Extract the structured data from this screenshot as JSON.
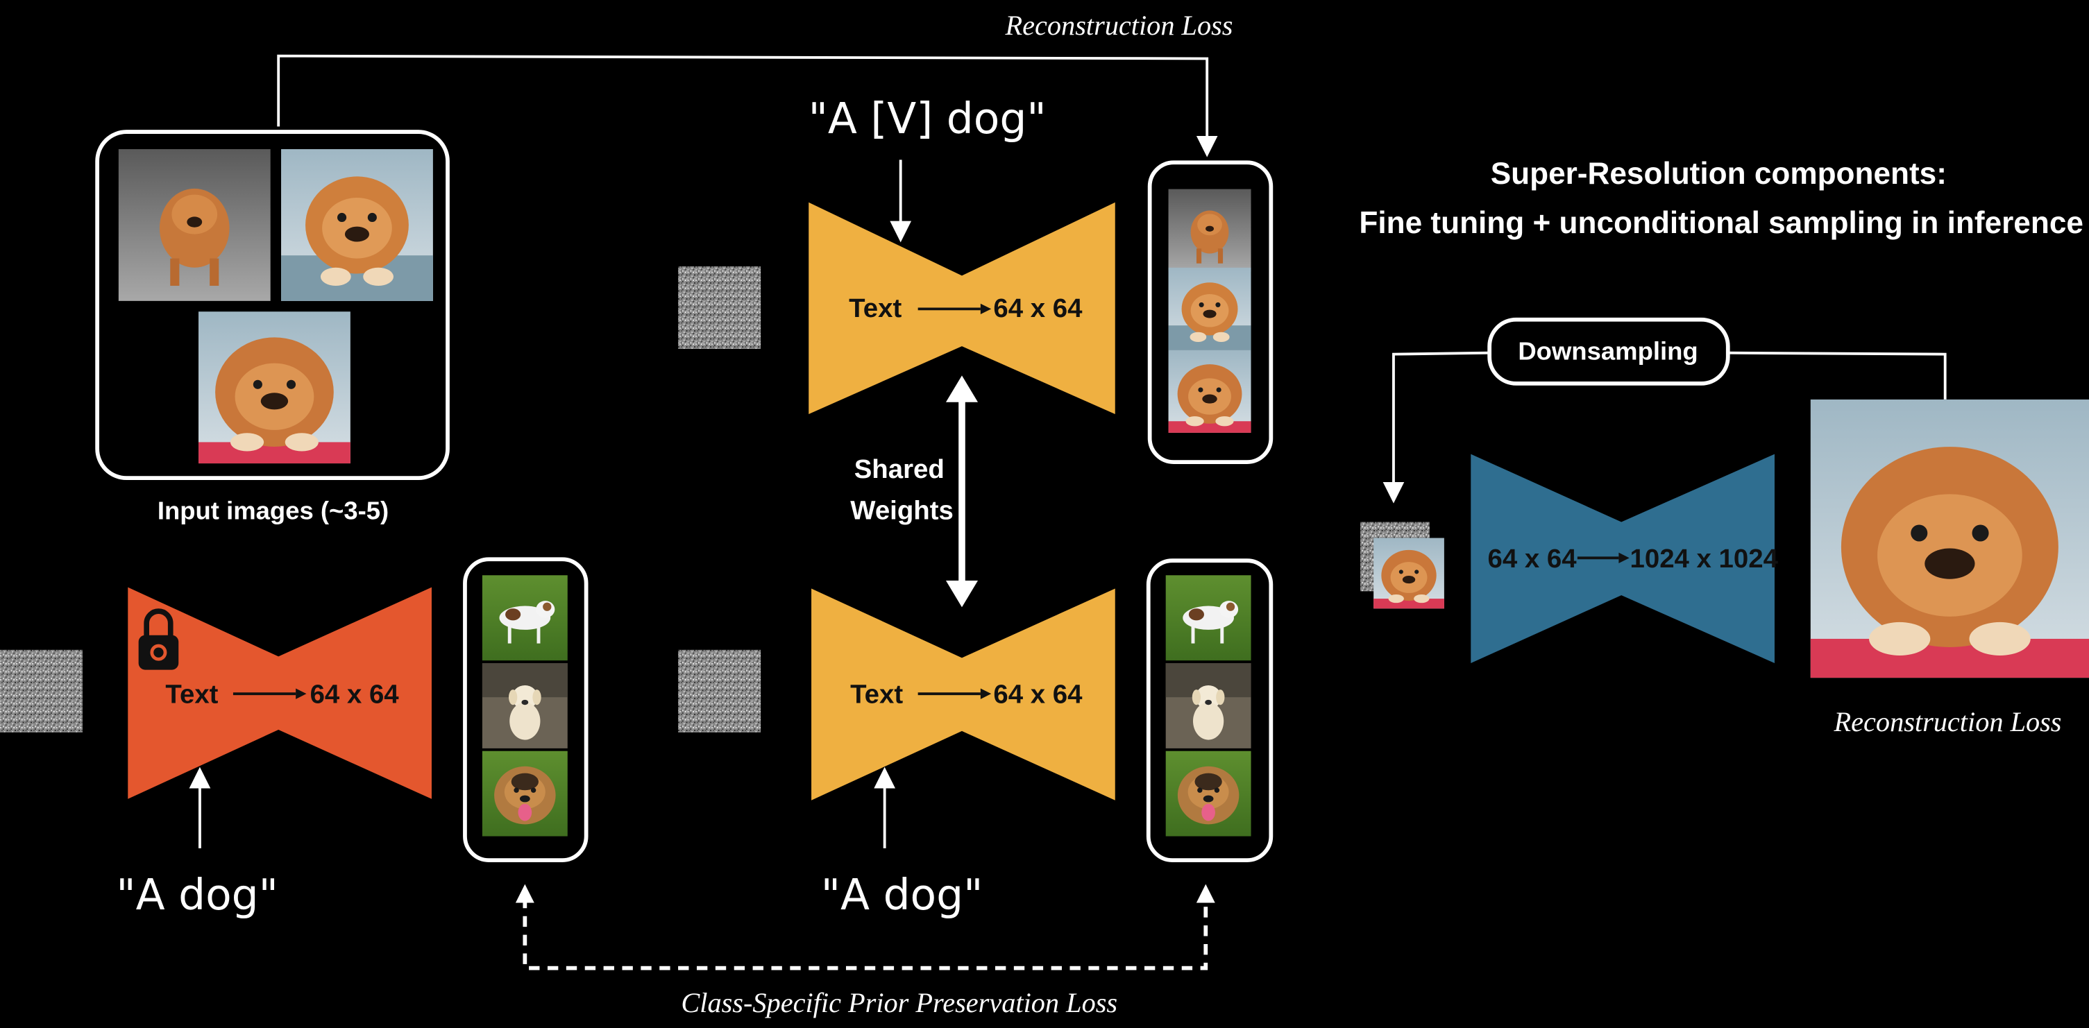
{
  "colors": {
    "background": "#000000",
    "frozen_model": "#E4572E",
    "finetune_model": "#EFB041",
    "superres_model": "#2F6E90",
    "text_white": "#ffffff"
  },
  "labels": {
    "reconstruction_loss_top": "Reconstruction Loss",
    "reconstruction_loss_right": "Reconstruction Loss",
    "class_prior_loss": "Class-Specific Prior Preservation Loss",
    "input_images": "Input images (~3-5)",
    "prompt_instance": "\"A [V] dog\"",
    "prompt_class_left": "\"A dog\"",
    "prompt_class_mid": "\"A dog\"",
    "shared_weights_line1": "Shared",
    "shared_weights_line2": "Weights",
    "superres_title_line1": "Super-Resolution components:",
    "superres_title_line2": "Fine tuning + unconditional sampling in inference",
    "downsampling": "Downsampling"
  },
  "models": {
    "frozen": {
      "left": "Text",
      "right": "64 x 64"
    },
    "finetune_top": {
      "left": "Text",
      "right": "64 x 64"
    },
    "finetune_bottom": {
      "left": "Text",
      "right": "64 x 64"
    },
    "superres": {
      "left": "64 x 64",
      "right": "1024 x 1024"
    }
  },
  "icons": [
    "lock-icon",
    "noise-icon",
    "dog-image-icon"
  ]
}
